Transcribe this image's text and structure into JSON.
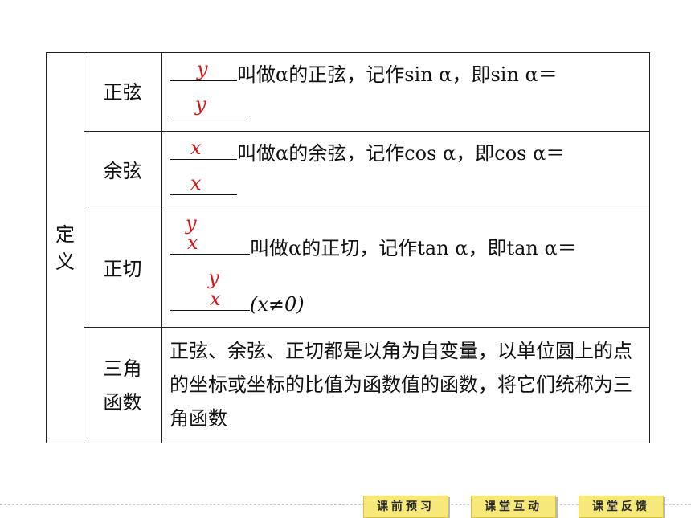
{
  "table": {
    "group_label": "定义",
    "rows": [
      {
        "name": "正弦",
        "line1_text": "叫做α的正弦，记作sin α，即sin α＝",
        "answer1": "y",
        "answer2": "y"
      },
      {
        "name": "余弦",
        "line1_text": "叫做α的余弦，记作cos α，即cos α＝",
        "answer1": "x",
        "answer2": "x"
      },
      {
        "name": "正切",
        "line1_text": "叫做α的正切，记作tan α，即tan α＝",
        "answer1_num": "y",
        "answer1_den": "x",
        "answer2_num": "y",
        "answer2_den": "x",
        "condition": "(x≠0)"
      },
      {
        "name": "三角函数",
        "description": "正弦、余弦、正切都是以角为自变量，以单位圆上的点的坐标或坐标的比值为函数值的函数，将它们统称为三角函数"
      }
    ]
  },
  "nav": {
    "preview": "课前预习",
    "interaction": "课堂互动",
    "feedback": "课堂反馈"
  }
}
